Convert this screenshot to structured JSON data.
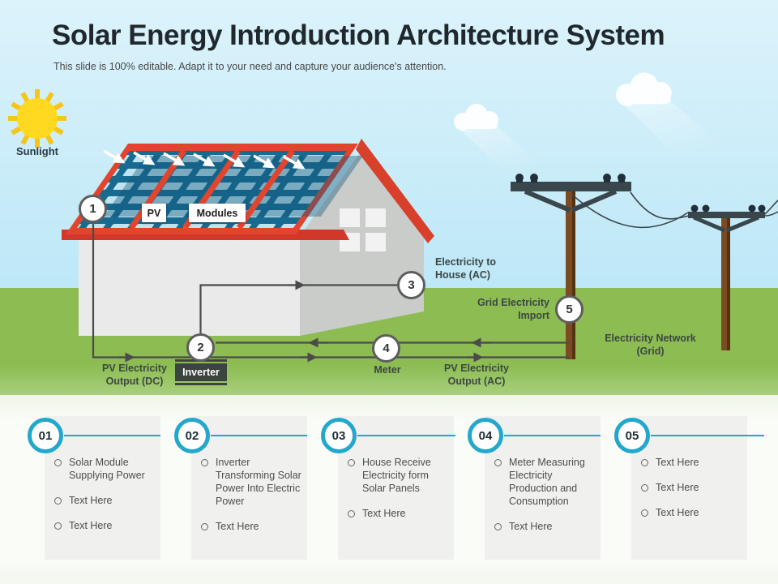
{
  "slide": {
    "title": "Solar Energy Introduction Architecture System",
    "subtitle": "This slide is 100% editable. Adapt it to your need and capture your audience's attention."
  },
  "diagram": {
    "sunlight_label": "Sunlight",
    "pv_label": "PV",
    "modules_label": "Modules",
    "electricity_to_house": "Electricity to\nHouse (AC)",
    "grid_electricity_import": "Grid Electricity\nImport",
    "electricity_network": "Electricity Network\n(Grid)",
    "pv_output_dc": "PV Electricity\nOutput (DC)",
    "inverter_label": "Inverter",
    "meter_label": "Meter",
    "pv_output_ac": "PV Electricity\nOutput (AC)",
    "markers": [
      "1",
      "2",
      "3",
      "4",
      "5"
    ]
  },
  "steps": [
    {
      "number": "01",
      "items": [
        "Solar Module Supplying Power",
        "Text Here",
        "Text Here"
      ]
    },
    {
      "number": "02",
      "items": [
        "Inverter Transforming Solar Power Into Electric Power",
        "Text Here"
      ]
    },
    {
      "number": "03",
      "items": [
        "House Receive Electricity form Solar Panels",
        "Text Here"
      ]
    },
    {
      "number": "04",
      "items": [
        "Meter Measuring Electricity Production and Consumption",
        "Text Here"
      ]
    },
    {
      "number": "05",
      "items": [
        "Text Here",
        "Text Here",
        "Text Here"
      ]
    }
  ],
  "colors": {
    "accent_cyan": "#23a7cd",
    "roof_red": "#d8402c",
    "panel_teal": "#176b91",
    "panel_cell": "#cdeef8",
    "grass_green": "#8cbc52",
    "sky_blue": "#b2e3f6",
    "flow_line": "#4b4b4b",
    "sun_yellow": "#ffd91f"
  }
}
